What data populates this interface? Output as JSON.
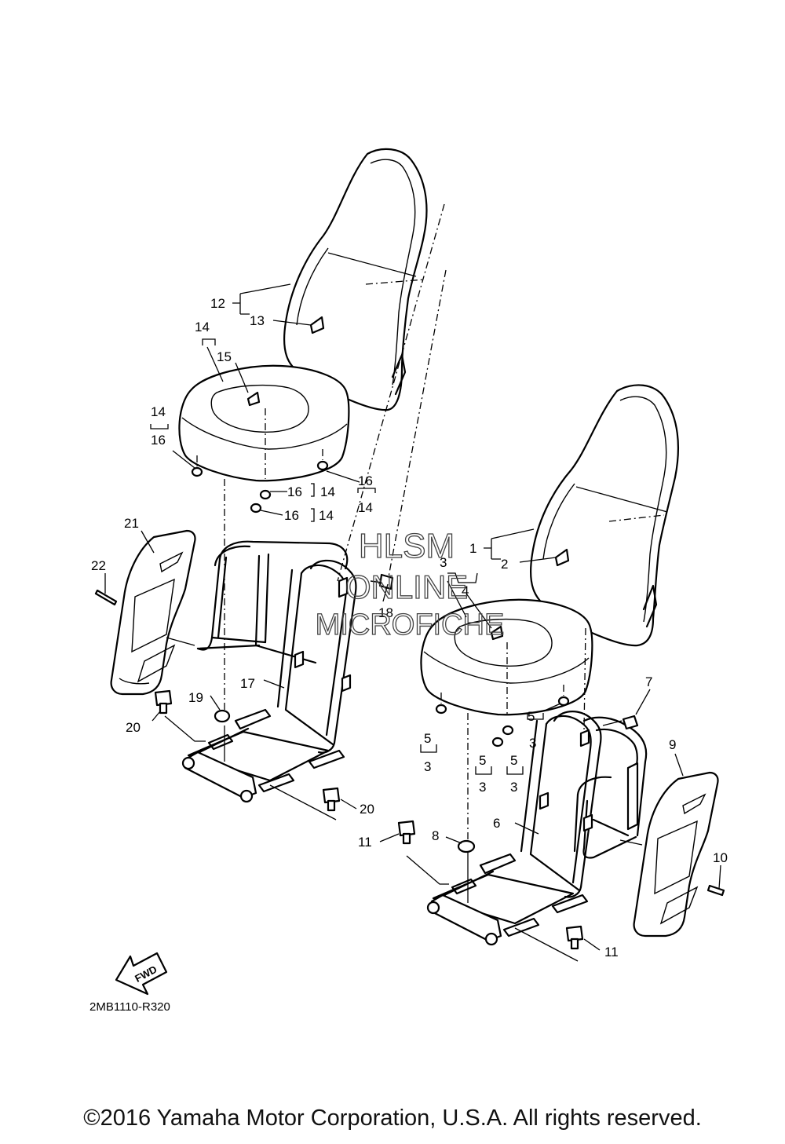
{
  "diagram": {
    "drawing_code": "2MB1110-R320",
    "fwd_label": "FWD",
    "watermark": [
      "HLSM",
      "ONLINE",
      "MICROFICHE"
    ],
    "copyright": "©2016 Yamaha Motor Corporation, U.S.A. All rights reserved.",
    "callouts": {
      "c1": "1",
      "c2": "2",
      "c3": "3",
      "c4": "4",
      "c5": "5",
      "c6": "6",
      "c7": "7",
      "c8": "8",
      "c9": "9",
      "c10": "10",
      "c11": "11",
      "c12": "12",
      "c13": "13",
      "c14": "14",
      "c15": "15",
      "c16": "16",
      "c17": "17",
      "c18": "18",
      "c19": "19",
      "c20": "20",
      "c21": "21",
      "c22": "22"
    }
  }
}
